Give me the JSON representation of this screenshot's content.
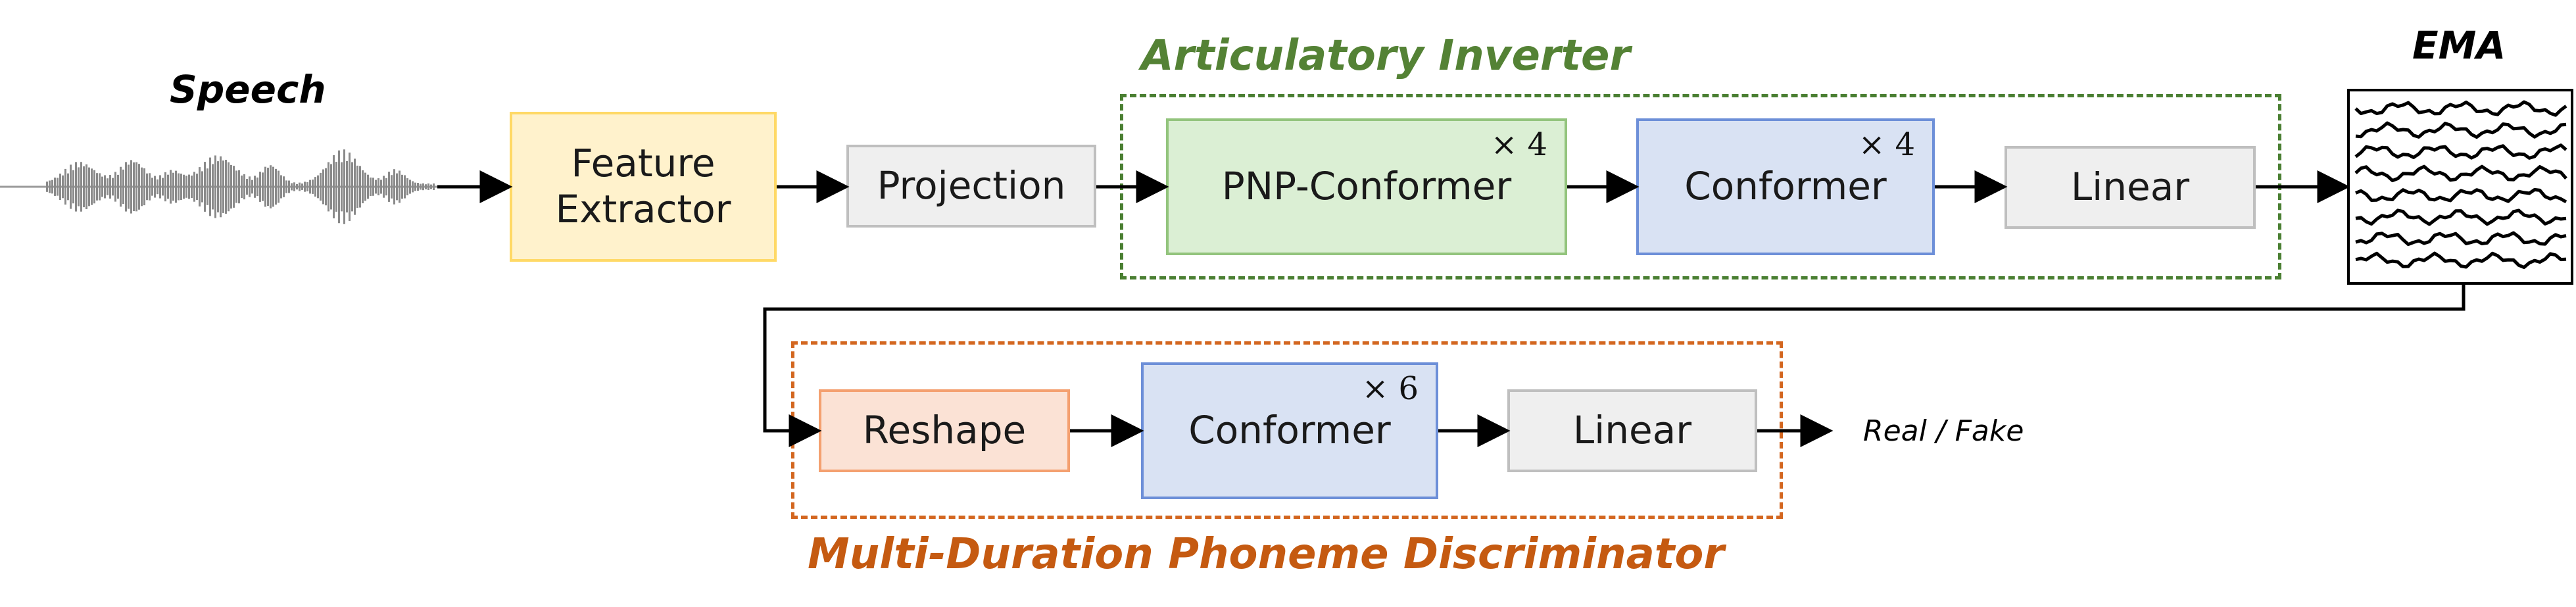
{
  "diagram": {
    "speech_label": "Speech",
    "ema_label": "EMA",
    "output_label": "Real / Fake",
    "groups": {
      "inverter": "Articulatory Inverter",
      "discriminator": "Multi-Duration Phoneme Discriminator"
    },
    "nodes": {
      "feature_extractor": {
        "line1": "Feature",
        "line2": "Extractor"
      },
      "projection": "Projection",
      "pnp_conformer": {
        "label": "PNP-Conformer",
        "repeat": "× 4"
      },
      "conformer_top": {
        "label": "Conformer",
        "repeat": "× 4"
      },
      "linear_top": "Linear",
      "reshape": "Reshape",
      "conformer_bottom": {
        "label": "Conformer",
        "repeat": "× 6"
      },
      "linear_bottom": "Linear"
    },
    "colors": {
      "green_accent": "#548235",
      "orange_accent": "#c55a11",
      "yellow_fill": "#fff2cc",
      "green_fill": "#dbefd4",
      "blue_fill": "#d9e2f3",
      "orange_fill": "#fbe2d5",
      "gray_fill": "#efefef"
    },
    "icons": [
      "speech-waveform-icon",
      "ema-trajectories-icon"
    ]
  }
}
